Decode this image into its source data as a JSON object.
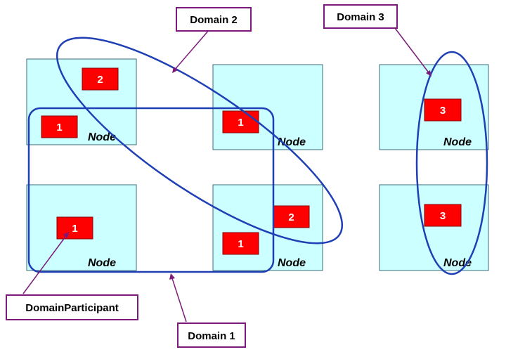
{
  "colors": {
    "node_fill": "#ccffff",
    "participant_fill": "#ff0000",
    "domain_outline": "#1f3fb5",
    "callout_border": "#7a1a7a"
  },
  "nodes": [
    {
      "label": "Node"
    },
    {
      "label": "Node"
    },
    {
      "label": "Node"
    },
    {
      "label": "Node"
    },
    {
      "label": "Node"
    },
    {
      "label": "Node"
    }
  ],
  "participants": [
    {
      "domain": "2"
    },
    {
      "domain": "1"
    },
    {
      "domain": "1"
    },
    {
      "domain": "3"
    },
    {
      "domain": "1"
    },
    {
      "domain": "2"
    },
    {
      "domain": "1"
    },
    {
      "domain": "3"
    }
  ],
  "callouts": {
    "domain1": "Domain 1",
    "domain2": "Domain 2",
    "domain3": "Domain 3",
    "participant": "DomainParticipant"
  }
}
